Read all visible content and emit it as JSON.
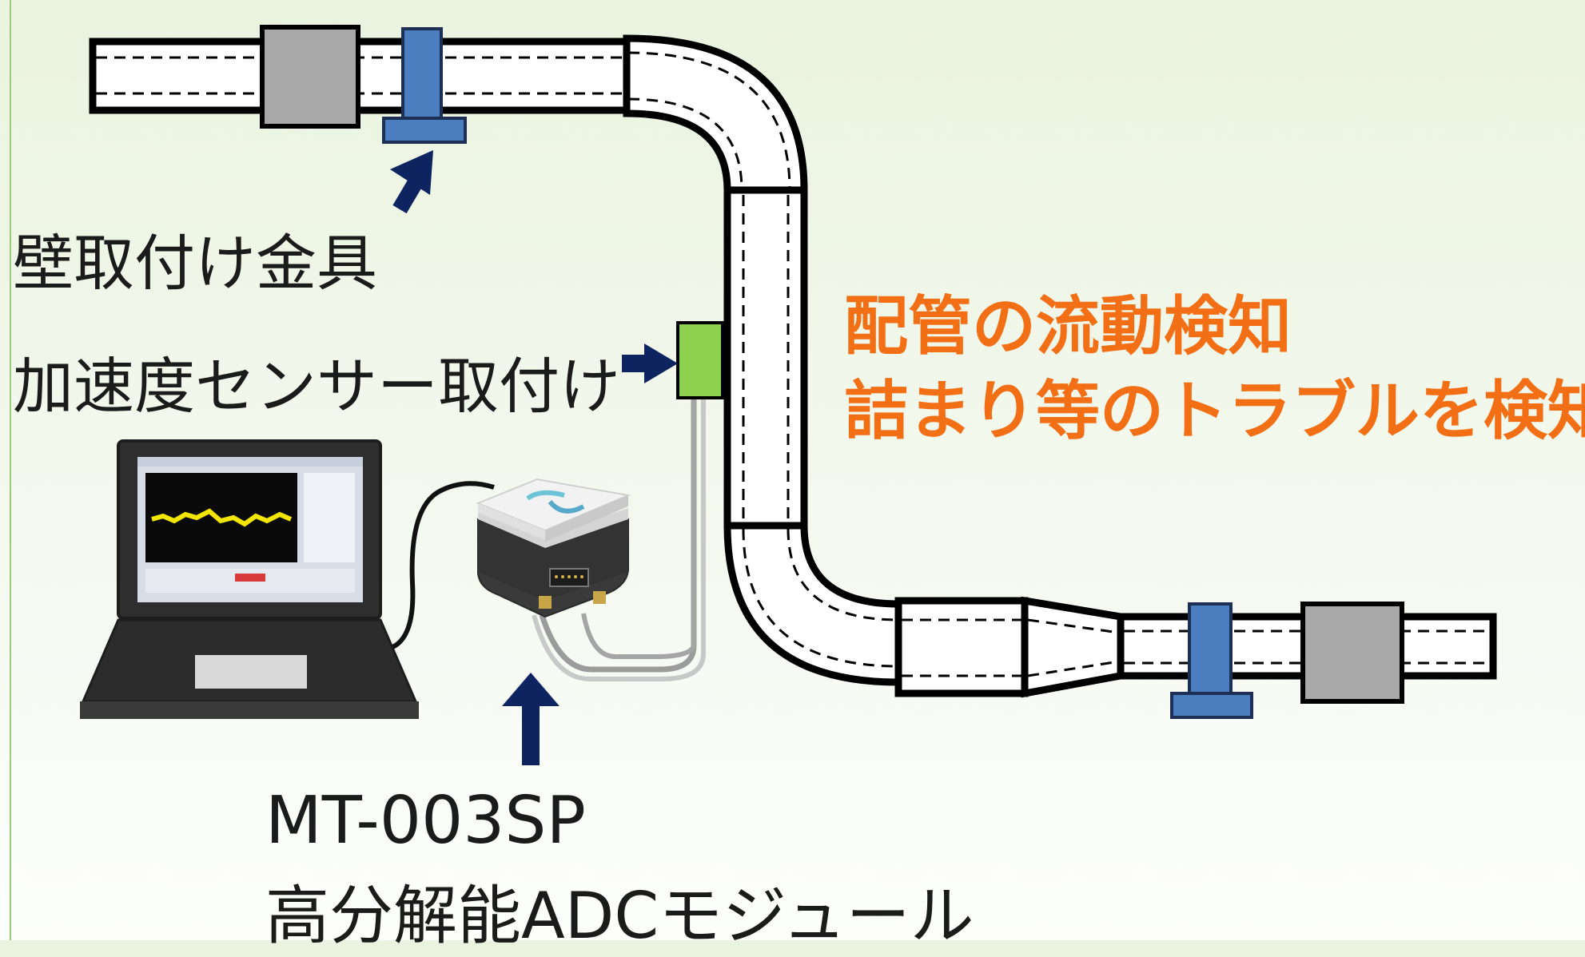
{
  "labels": {
    "wall_bracket": "壁取付け金具",
    "sensor_mount": "加速度センサー取付け",
    "model": "MT-003SP",
    "module": "高分解能ADCモジュール",
    "headline_1": "配管の流動検知",
    "headline_2": "詰まり等のトラブルを検知"
  },
  "colors": {
    "headline": "#f36f16",
    "arrow": "#0d2460",
    "bracket": "#4a7ebf",
    "sensor": "#8ed14f",
    "coupling": "#a8a8a8"
  }
}
